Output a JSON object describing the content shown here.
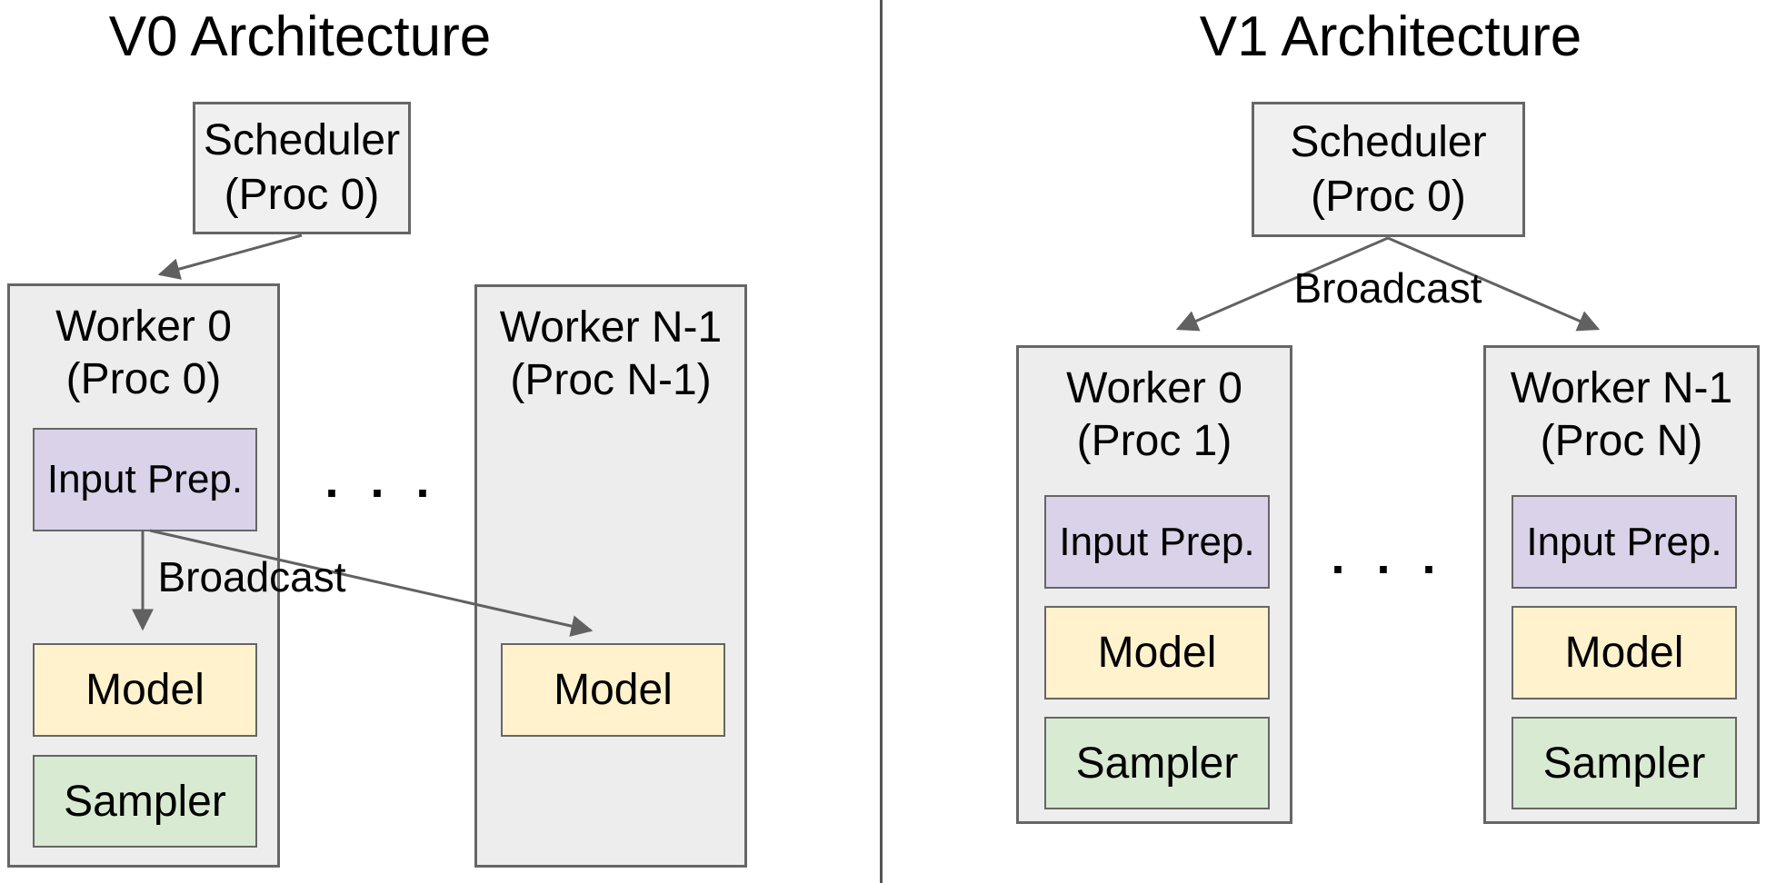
{
  "colors": {
    "worker_fill": "#ededed",
    "scheduler_fill": "#f0f0f0",
    "input_prep_fill": "#d9d2e9",
    "model_fill": "#fff2cc",
    "sampler_fill": "#d9ead3",
    "border_gray": "#666666",
    "arrow_gray": "#616161",
    "divider_gray": "#555555"
  },
  "left": {
    "title": "V0 Architecture",
    "scheduler": {
      "line1": "Scheduler",
      "line2": "(Proc 0)"
    },
    "broadcast": "Broadcast",
    "dots": ". . .",
    "worker0": {
      "line1": "Worker 0",
      "line2": "(Proc 0)",
      "input_prep": "Input Prep.",
      "model": "Model",
      "sampler": "Sampler"
    },
    "workerN": {
      "line1": "Worker N-1",
      "line2": "(Proc N-1)",
      "model": "Model"
    }
  },
  "right": {
    "title": "V1 Architecture",
    "scheduler": {
      "line1": "Scheduler",
      "line2": "(Proc 0)"
    },
    "broadcast": "Broadcast",
    "dots": ". . .",
    "worker0": {
      "line1": "Worker 0",
      "line2": "(Proc 1)",
      "input_prep": "Input Prep.",
      "model": "Model",
      "sampler": "Sampler"
    },
    "workerN": {
      "line1": "Worker N-1",
      "line2": "(Proc N)",
      "input_prep": "Input Prep.",
      "model": "Model",
      "sampler": "Sampler"
    }
  }
}
